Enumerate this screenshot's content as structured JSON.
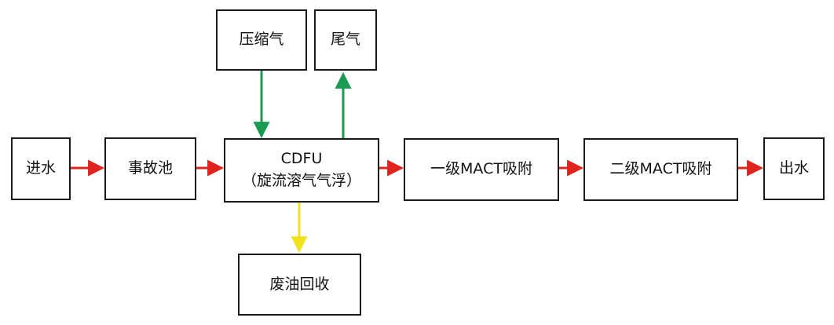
{
  "nodes": {
    "inflow": "进水",
    "accident_pool": "事故池",
    "cdfu_line1": "CDFU",
    "cdfu_line2": "（旋流溶气气浮）",
    "compressed_air": "压缩气",
    "tail_gas": "尾气",
    "waste_oil": "废油回收",
    "mact_stage1": "一级MACT吸附",
    "mact_stage2": "二级MACT吸附",
    "outflow": "出水"
  },
  "colors": {
    "main_flow": "#e0231c",
    "gas_flow": "#1a9a52",
    "oil_flow": "#f2e21c",
    "border": "#1a1a1a",
    "text": "#111111"
  }
}
